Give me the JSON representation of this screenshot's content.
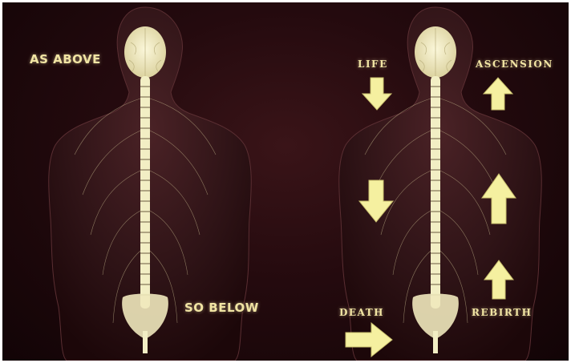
{
  "labels": {
    "as_above": "AS ABOVE",
    "so_below": "SO BELOW",
    "life": "LIFE",
    "ascension": "ASCENSION",
    "death": "DEATH",
    "rebirth": "REBIRTH"
  },
  "colors": {
    "background": "#240a0e",
    "body_silhouette": "#2e1316",
    "spine": "#f2eec4",
    "label_text": "#f1e4a3",
    "arrow": "#f5f0a0"
  },
  "icons": {
    "arrow_down": "arrow-down-icon",
    "arrow_up": "arrow-up-icon",
    "arrow_right": "arrow-right-icon"
  }
}
